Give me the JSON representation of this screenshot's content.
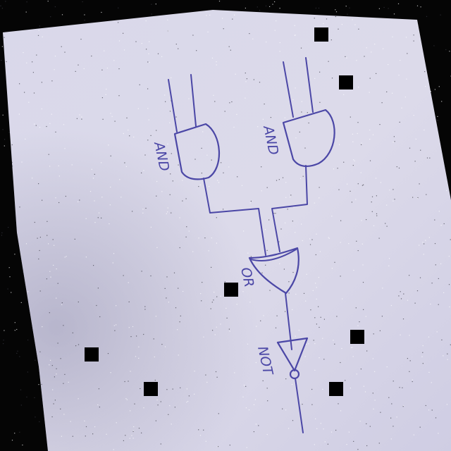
{
  "diagram": {
    "gates": [
      {
        "type": "AND",
        "label": "AND"
      },
      {
        "type": "AND",
        "label": "AND"
      },
      {
        "type": "OR",
        "label": "OR"
      },
      {
        "type": "NOT",
        "label": "NOT"
      }
    ]
  },
  "colors": {
    "ink": "#4b47a6",
    "paper": "#dcdaea",
    "background": "#050505"
  }
}
